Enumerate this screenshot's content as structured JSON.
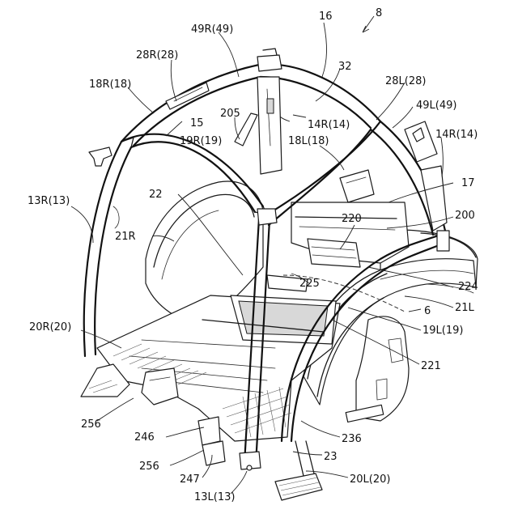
{
  "figure": {
    "labels": [
      {
        "id": "8",
        "text": "8"
      },
      {
        "id": "16",
        "text": "16"
      },
      {
        "id": "49R",
        "text": "49R(49)"
      },
      {
        "id": "28R",
        "text": "28R(28)"
      },
      {
        "id": "32",
        "text": "32"
      },
      {
        "id": "28L",
        "text": "28L(28)"
      },
      {
        "id": "18R",
        "text": "18R(18)"
      },
      {
        "id": "49L",
        "text": "49L(49)"
      },
      {
        "id": "15",
        "text": "15"
      },
      {
        "id": "205",
        "text": "205"
      },
      {
        "id": "14R-a",
        "text": "14R(14)"
      },
      {
        "id": "14R-b",
        "text": "14R(14)"
      },
      {
        "id": "19R",
        "text": "19R(19)"
      },
      {
        "id": "18L",
        "text": "18L(18)"
      },
      {
        "id": "17",
        "text": "17"
      },
      {
        "id": "22",
        "text": "22"
      },
      {
        "id": "13R",
        "text": "13R(13)"
      },
      {
        "id": "220",
        "text": "220"
      },
      {
        "id": "200",
        "text": "200"
      },
      {
        "id": "21R",
        "text": "21R"
      },
      {
        "id": "225",
        "text": "225"
      },
      {
        "id": "224",
        "text": "224"
      },
      {
        "id": "6",
        "text": "6"
      },
      {
        "id": "21L",
        "text": "21L"
      },
      {
        "id": "20R",
        "text": "20R(20)"
      },
      {
        "id": "19L",
        "text": "19L(19)"
      },
      {
        "id": "221",
        "text": "221"
      },
      {
        "id": "256-a",
        "text": "256"
      },
      {
        "id": "236",
        "text": "236"
      },
      {
        "id": "246",
        "text": "246"
      },
      {
        "id": "23",
        "text": "23"
      },
      {
        "id": "256-b",
        "text": "256"
      },
      {
        "id": "20L",
        "text": "20L(20)"
      },
      {
        "id": "247",
        "text": "247"
      },
      {
        "id": "13L",
        "text": "13L(13)"
      }
    ]
  }
}
